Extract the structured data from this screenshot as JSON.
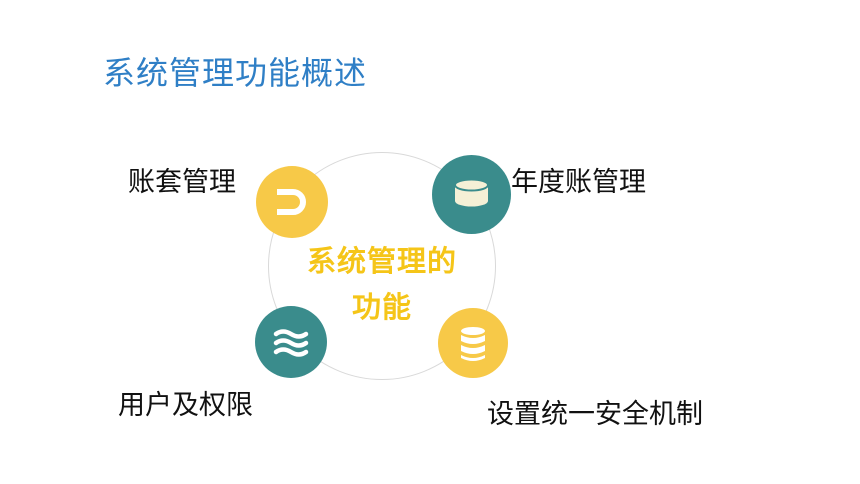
{
  "title": "系统管理功能概述",
  "center_label": {
    "line1": "系统管理的",
    "line2": "功能"
  },
  "nodes": [
    {
      "label": "账套管理",
      "icon": "magnet-icon",
      "color": "#f7c948"
    },
    {
      "label": "年度账管理",
      "icon": "database-icon",
      "color": "#3a8c8c"
    },
    {
      "label": "用户及权限",
      "icon": "waves-icon",
      "color": "#3a8c8c"
    },
    {
      "label": "设置统一安全机制",
      "icon": "database-stack-icon",
      "color": "#f7c948"
    }
  ],
  "colors": {
    "title": "#2f7fc6",
    "center_text": "#f5c518",
    "ring": "#d9d9d9",
    "yellow": "#f7c948",
    "teal": "#3a8c8c",
    "icon_fill": "#f5f0d6"
  }
}
